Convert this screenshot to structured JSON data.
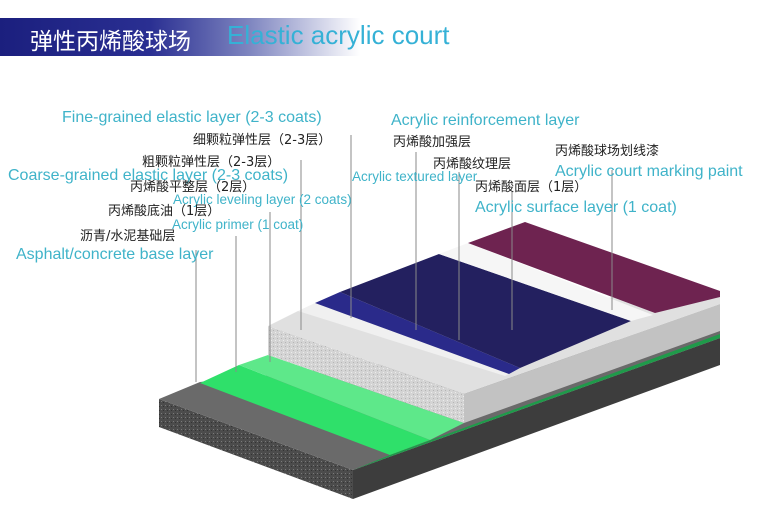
{
  "title": {
    "cn": "弹性丙烯酸球场",
    "en": "Elastic acrylic court"
  },
  "labels": {
    "fine_grained_en": "Fine-grained elastic layer (2-3 coats)",
    "fine_grained_cn": "细颗粒弹性层（2-3层）",
    "coarse_grained_cn": "粗颗粒弹性层（2-3层）",
    "coarse_grained_en": "Coarse-grained elastic layer (2-3 coats)",
    "leveling_cn": "丙烯酸平整层（2层）",
    "leveling_en": "Acrylic leveling layer (2 coats)",
    "primer_cn": "丙烯酸底油（1层）",
    "primer_en": "Acrylic primer (1 coat)",
    "base_cn": "沥青/水泥基础层",
    "base_en": "Asphalt/concrete base layer",
    "reinforcement_en": "Acrylic reinforcement layer",
    "reinforcement_cn": "丙烯酸加强层",
    "textured_cn": "丙烯酸纹理层",
    "textured_en": "Acrylic textured layer",
    "surface_cn": "丙烯酸面层（1层）",
    "surface_en": "Acrylic surface layer (1 coat)",
    "marking_cn": "丙烯酸球场划线漆",
    "marking_en": "Acrylic court marking paint"
  },
  "colors": {
    "title_bar": "#1b1f7e",
    "label_en": "#3fb3c9",
    "base": "#555555",
    "primer": "#2fe06a",
    "elastic": "#d6d6d6",
    "surface": "#23205f",
    "marking": "#f4f4f4",
    "court_purple": "#6e2350"
  }
}
